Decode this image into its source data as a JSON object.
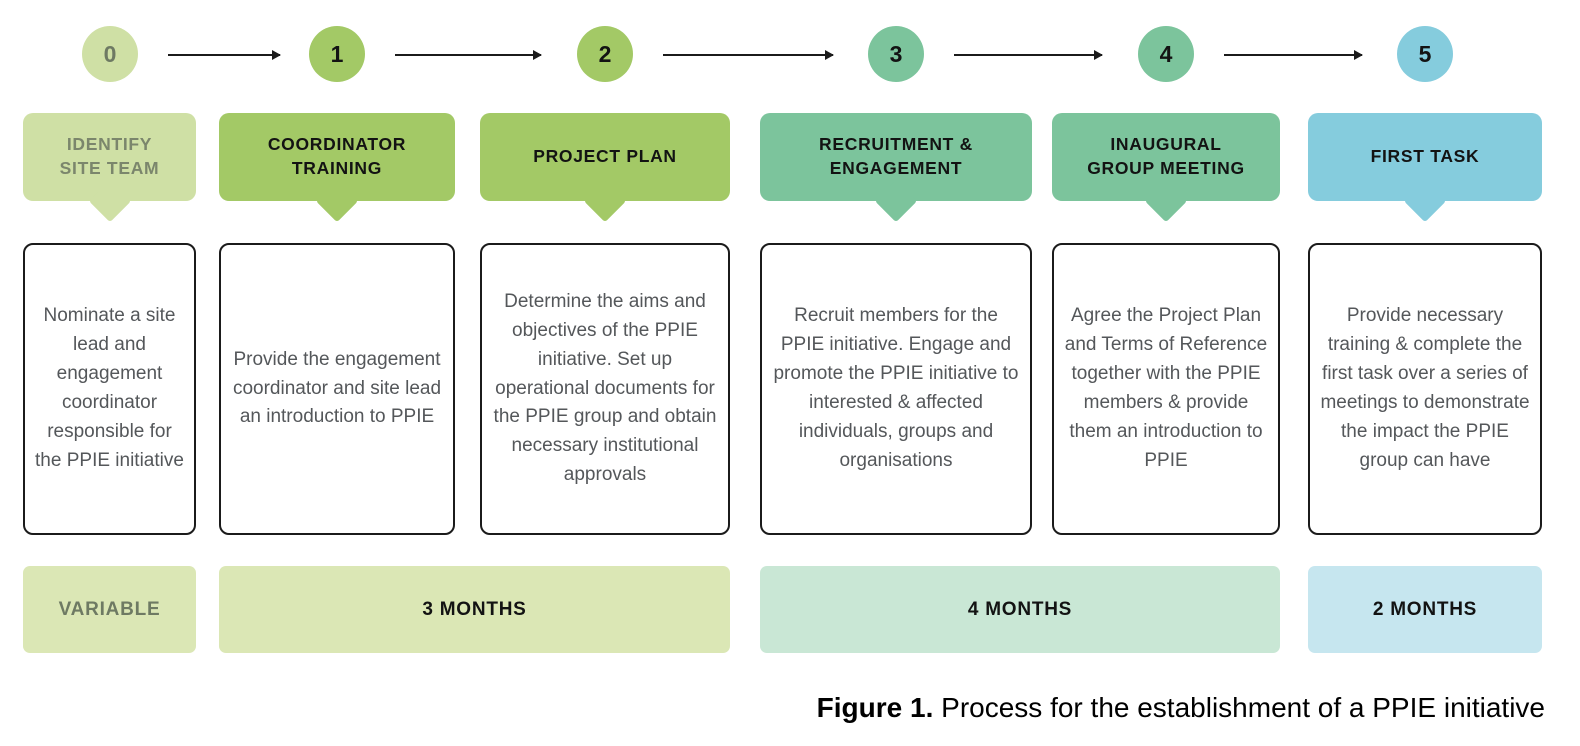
{
  "figure": {
    "caption_label": "Figure 1.",
    "caption_text": " Process for the establishment of a PPIE initiative"
  },
  "colors": {
    "pale_green": "#cfe0a5",
    "green": "#a3c966",
    "teal": "#7cc49c",
    "blue": "#85ccdd",
    "bar_pale_green": "#dbe7b5",
    "bar_pale_teal": "#c9e7d5",
    "bar_pale_blue": "#c6e6ef",
    "muted_text": "#7b866c",
    "dark_text": "#131313",
    "body_text": "#54575a",
    "arrow": "#1b1b1b"
  },
  "steps": [
    {
      "number": "0",
      "title": "IDENTIFY\nSITE TEAM",
      "description": "Nominate a site lead and engagement coordinator responsible for the PPIE initiative",
      "color": "#cfe0a5",
      "title_color": "#7b866c",
      "number_color": "#6e7a63"
    },
    {
      "number": "1",
      "title": "COORDINATOR\nTRAINING",
      "description": "Provide the engagement coordinator and site lead an introduction to PPIE",
      "color": "#a3c966",
      "title_color": "#131313",
      "number_color": "#131313"
    },
    {
      "number": "2",
      "title": "PROJECT PLAN",
      "description": "Determine the aims and objectives of the PPIE initiative. Set up operational documents for the PPIE group and obtain necessary institutional approvals",
      "color": "#a3c966",
      "title_color": "#131313",
      "number_color": "#131313"
    },
    {
      "number": "3",
      "title": "RECRUITMENT &\nENGAGEMENT",
      "description": "Recruit members for the PPIE initiative. Engage and promote the PPIE initiative to interested & affected individuals, groups and organisations",
      "color": "#7cc49c",
      "title_color": "#131313",
      "number_color": "#131313"
    },
    {
      "number": "4",
      "title": "INAUGURAL\nGROUP MEETING",
      "description": "Agree the Project Plan and Terms of Reference together with the PPIE members & provide them an introduction to PPIE",
      "color": "#7cc49c",
      "title_color": "#131313",
      "number_color": "#131313"
    },
    {
      "number": "5",
      "title": "FIRST TASK",
      "description": "Provide necessary training & complete the first task over a series of meetings to demonstrate the impact the PPIE group can have",
      "color": "#85ccdd",
      "title_color": "#131313",
      "number_color": "#131313"
    }
  ],
  "timeline": [
    {
      "label": "VARIABLE",
      "color": "#dbe7b5",
      "text_color": "#6e7a63"
    },
    {
      "label": "3 MONTHS",
      "color": "#dbe7b5",
      "text_color": "#131313"
    },
    {
      "label": "4 MONTHS",
      "color": "#c9e7d5",
      "text_color": "#131313"
    },
    {
      "label": "2 MONTHS",
      "color": "#c6e6ef",
      "text_color": "#131313"
    }
  ]
}
